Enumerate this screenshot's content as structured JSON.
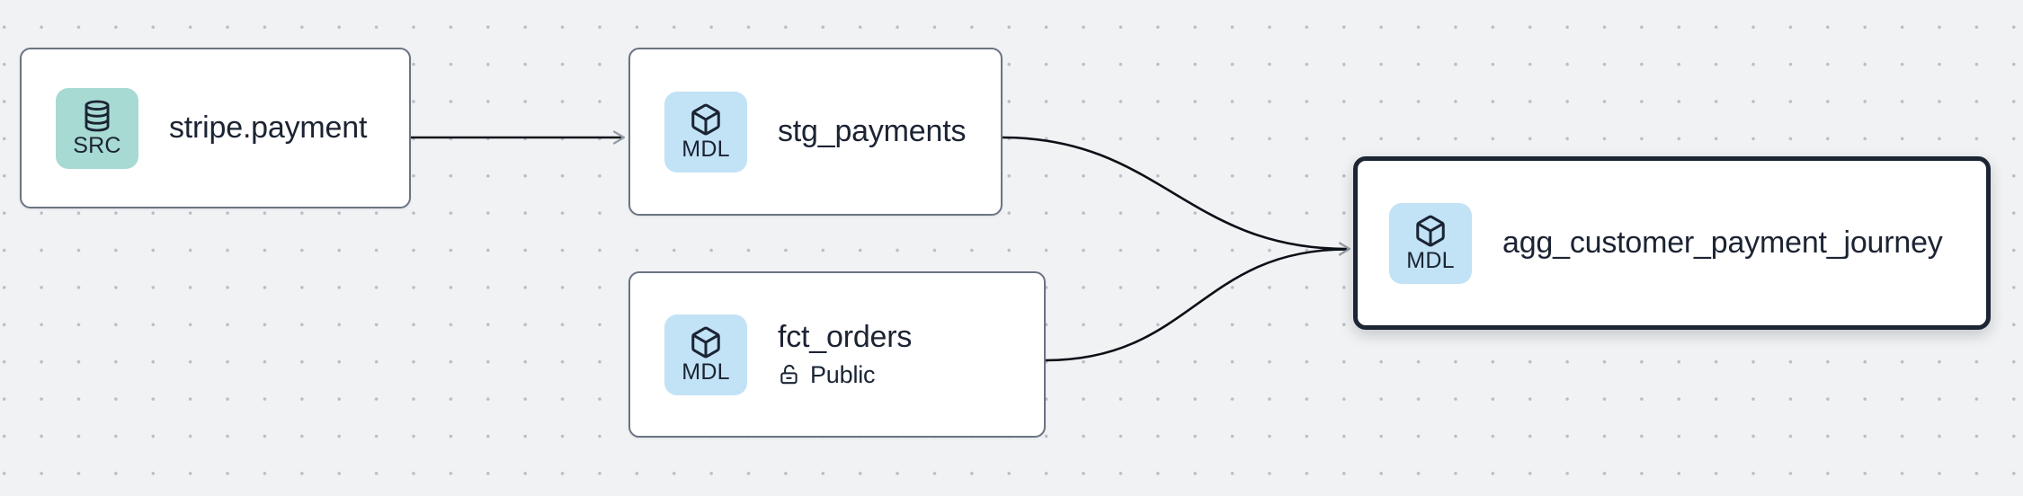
{
  "canvas": {
    "background": "#f1f2f4",
    "dot_color": "#b9bec7",
    "edge_color": "#0c1118",
    "arrow_color": "#949ba6",
    "selected_border_color": "#1b2534",
    "node_border_color": "#6a7482"
  },
  "nodes": [
    {
      "title": "stripe.payment",
      "badge": {
        "label": "SRC",
        "icon": "database-icon",
        "color": "#a7dad2"
      },
      "selected": false
    },
    {
      "title": "stg_payments",
      "badge": {
        "label": "MDL",
        "icon": "cube-icon",
        "color": "#c2e2f6"
      },
      "selected": false
    },
    {
      "title": "fct_orders",
      "badge": {
        "label": "MDL",
        "icon": "cube-icon",
        "color": "#c2e2f6"
      },
      "meta": {
        "icon": "unlock-icon",
        "label": "Public"
      },
      "selected": false
    },
    {
      "title": "agg_customer_payment_journey",
      "badge": {
        "label": "MDL",
        "icon": "cube-icon",
        "color": "#c2e2f6"
      },
      "selected": true
    }
  ],
  "edges": [
    {
      "from": "stripe.payment",
      "to": "stg_payments"
    },
    {
      "from": "stg_payments",
      "to": "agg_customer_payment_journey"
    },
    {
      "from": "fct_orders",
      "to": "agg_customer_payment_journey"
    }
  ]
}
